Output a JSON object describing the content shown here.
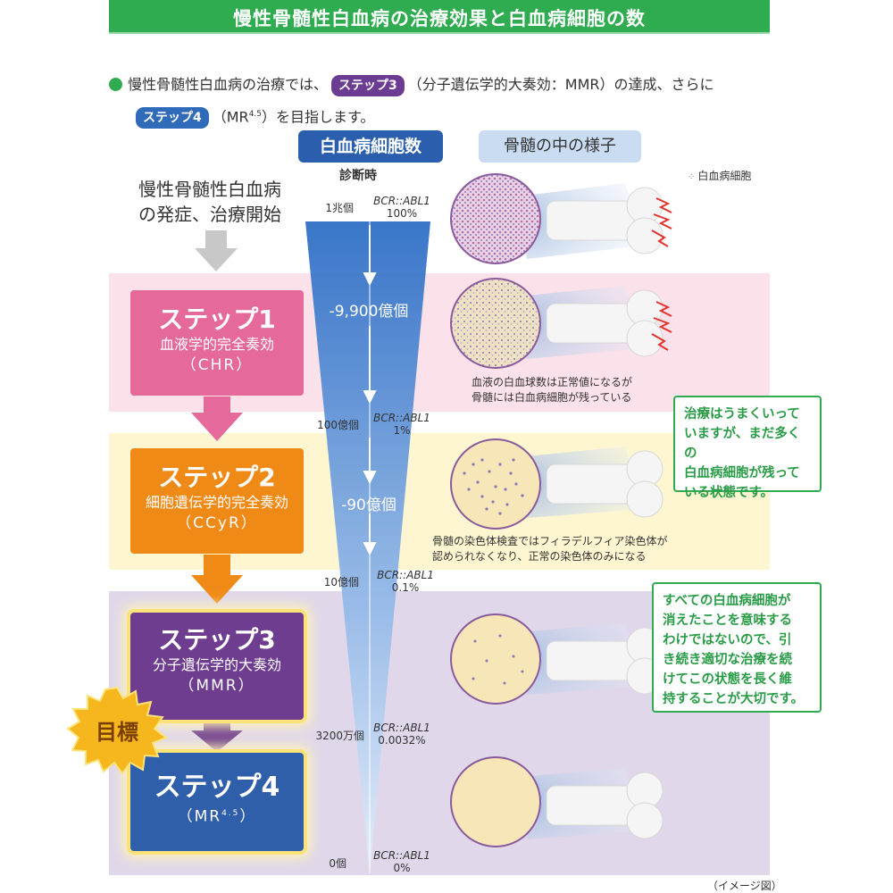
{
  "header": {
    "title": "慢性骨髄性白血病の治療効果と白血病細胞の数"
  },
  "intro": {
    "line1_before": "慢性骨髄性白血病の治療では、",
    "step3_pill": "ステップ3",
    "line1_after": "（分子遺伝学的大奏効：MMR）の達成、さらに",
    "step4_pill": "ステップ4",
    "line2_mr": "（MR",
    "line2_sup": "4.5",
    "line2_after": "）を目指します。"
  },
  "columns": {
    "cell_count": "白血病細胞数",
    "marrow": "骨髄の中の様子",
    "diagnosis": "診断時"
  },
  "legend": {
    "label": "白血病細胞"
  },
  "onset": {
    "line1": "慢性骨髄性白血病",
    "line2": "の発症、治療開始"
  },
  "steps": [
    {
      "title": "ステップ1",
      "name": "血液学的完全奏効",
      "abbr": "（CHR）",
      "color": "#e5699b"
    },
    {
      "title": "ステップ2",
      "name": "細胞遺伝学的完全奏効",
      "abbr": "（CCyR）",
      "color": "#f08a17"
    },
    {
      "title": "ステップ3",
      "name": "分子遺伝学的大奏効",
      "abbr": "（MMR）",
      "color": "#6f3d90"
    },
    {
      "title": "ステップ4",
      "abbr_pre": "（MR",
      "abbr_sup": "4.5",
      "abbr_post": "）",
      "color": "#2f5eaa"
    }
  ],
  "goal": {
    "label": "目標"
  },
  "funnel": {
    "levels": [
      {
        "count": "1兆個",
        "bcr": "BCR::ABL1",
        "percent": "100%"
      },
      {
        "count": "100億個",
        "bcr": "BCR::ABL1",
        "percent": "1%"
      },
      {
        "count": "10億個",
        "bcr": "BCR::ABL1",
        "percent": "0.1%"
      },
      {
        "count": "3200万個",
        "bcr": "BCR::ABL1",
        "percent": "0.0032%"
      },
      {
        "count": "0個",
        "bcr": "BCR::ABL1",
        "percent": "0%"
      }
    ],
    "reduction1": "-9,900億個",
    "reduction2": "-90億個"
  },
  "notes": {
    "note1_line1": "血液の白血球数は正常値になるが",
    "note1_line2": "骨髄には白血病細胞が残っている",
    "note2_line1": "骨髄の染色体検査ではフィラデルフィア染色体が",
    "note2_line2": "認められなくなり、正常の染色体のみになる"
  },
  "callouts": {
    "box1": [
      "治療はうまくいって",
      "いますが、まだ多くの",
      "白血病細胞が残って",
      "いる状態です。"
    ],
    "box2": [
      "すべての白血病細胞が",
      "消えたことを意味する",
      "わけではないので、引",
      "き続き適切な治療を続",
      "けてこの状態を長く維",
      "持することが大切です。"
    ]
  },
  "caption": "（イメージ図）",
  "colors": {
    "green": "#2eac4f",
    "pink_band": "#fae1ea",
    "yellow_band": "#fdf6d1",
    "purple_band": "#e0d7ea",
    "funnel_top": "#2f6fc6",
    "funnel_bottom": "#d8e6f7"
  },
  "icons": [
    "bone-icon",
    "cell-dot-icon",
    "alarm-lines-icon",
    "down-arrow-icon",
    "starburst-icon"
  ]
}
